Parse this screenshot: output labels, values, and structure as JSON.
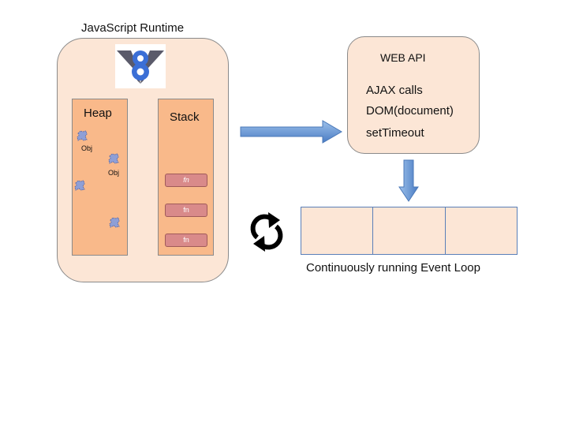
{
  "runtime": {
    "title": "JavaScript Runtime",
    "heap": {
      "title": "Heap",
      "objects": [
        {
          "label": "Obj"
        },
        {
          "label": "Obj"
        },
        {
          "label": ""
        },
        {
          "label": ""
        }
      ]
    },
    "stack": {
      "title": "Stack",
      "frames": [
        "fn",
        "fn",
        "fn"
      ]
    }
  },
  "web_api": {
    "title": "WEB API",
    "items": [
      "AJAX calls",
      "DOM(document)",
      "setTimeout"
    ]
  },
  "event_loop": {
    "queue_slots": 3,
    "caption": "Continuously running Event Loop"
  },
  "colors": {
    "panel_fill": "#fce6d6",
    "column_fill": "#f9b98a",
    "frame_fill": "#d98a8a",
    "arrow_fill": "#6d9bd6",
    "queue_border": "#5a7fb8",
    "blob_fill": "#8f9fd6",
    "v8_blue": "#3b6fd6",
    "v8_gray": "#5a5a6a"
  },
  "icons": {
    "logo": "v8-logo-icon",
    "loop": "refresh-cycle-icon"
  }
}
